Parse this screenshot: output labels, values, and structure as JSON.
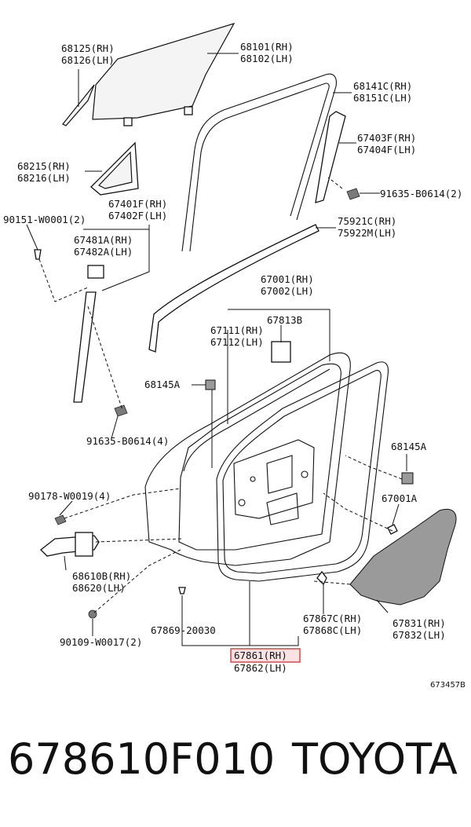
{
  "diagram": {
    "labels": [
      "68125(RH)",
      "68126(LH)",
      "68101(RH)",
      "68102(LH)",
      "68141C(RH)",
      "68151C(LH)",
      "67403F(RH)",
      "67404F(LH)",
      "68215(RH)",
      "68216(LH)",
      "91635-B0614(2)",
      "90151-W0001(2)",
      "67401F(RH)",
      "67402F(LH)",
      "75921C(RH)",
      "75922M(LH)",
      "67481A(RH)",
      "67482A(LH)",
      "67001(RH)",
      "67002(LH)",
      "67813B",
      "67111(RH)",
      "67112(LH)",
      "68145A",
      "91635-B0614(4)",
      "68145A",
      "90178-W0019(4)",
      "67001A",
      "68610B(RH)",
      "68620(LH)",
      "67867C(RH)",
      "67868C(LH)",
      "67831(RH)",
      "67832(LH)",
      "67869-20030",
      "90109-W0017(2)",
      "67861(RH)",
      "67862(LH)"
    ],
    "figure_code": "673457B",
    "highlight_color": "#d84a4a"
  },
  "footer": {
    "part_number": "678610F010",
    "brand": "TOYOTA"
  }
}
